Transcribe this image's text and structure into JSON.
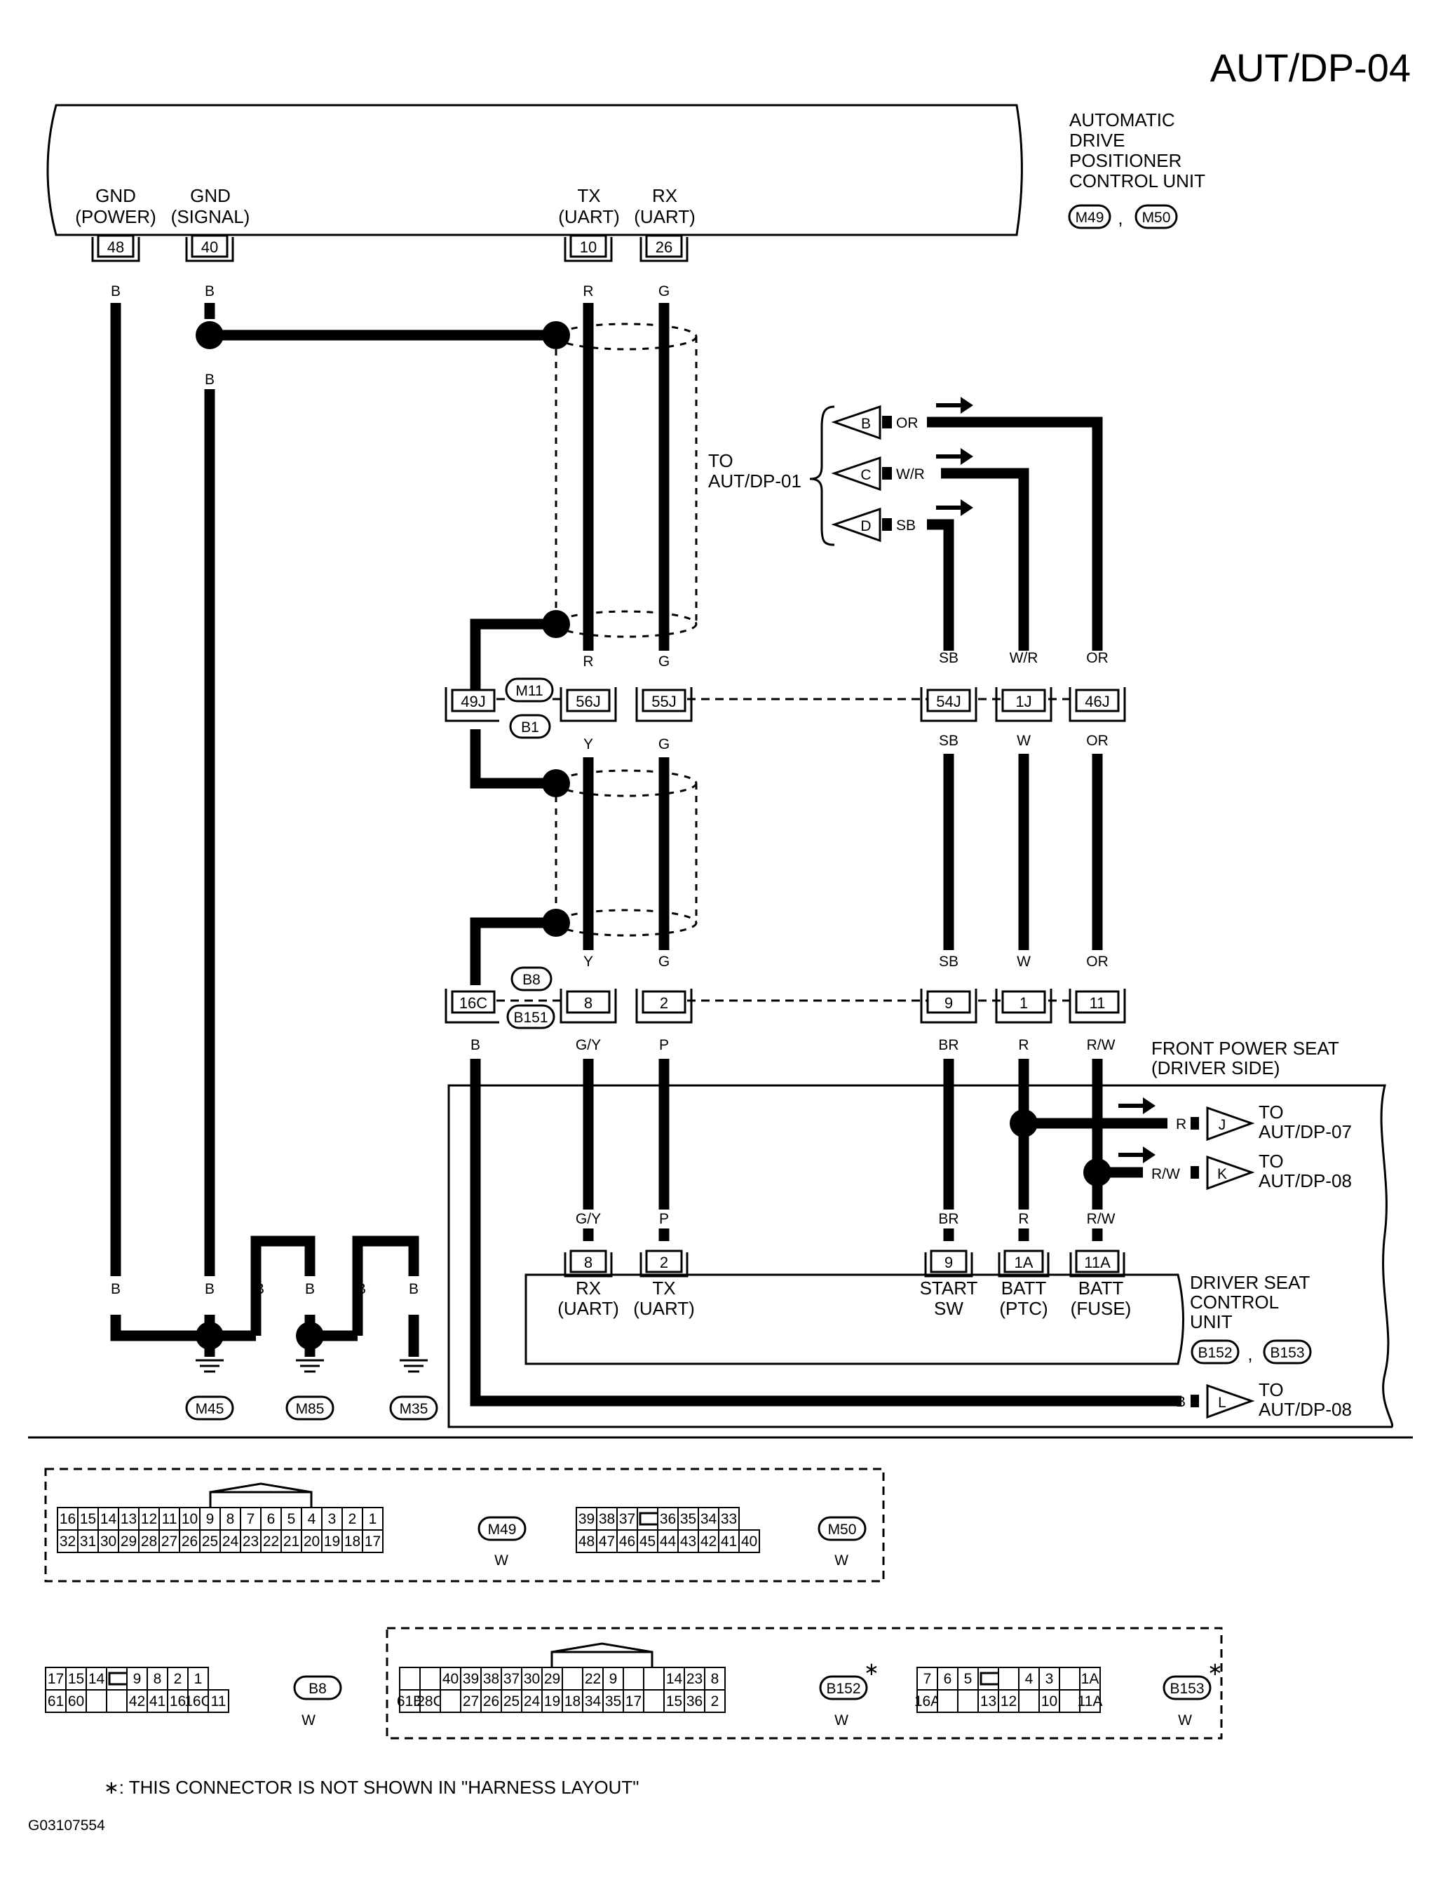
{
  "page_code": "AUT/DP-04",
  "image_code": "G03107554",
  "footnote": "∗: THIS CONNECTOR IS NOT SHOWN IN \"HARNESS LAYOUT\"",
  "control_unit": {
    "name_lines": [
      "AUTOMATIC",
      "DRIVE",
      "POSITIONER",
      "CONTROL UNIT"
    ],
    "connectors": [
      "M49",
      "M50"
    ],
    "separator": ",",
    "terminals": [
      {
        "pin": "48",
        "label_1": "GND",
        "label_2": "(POWER)",
        "wire_color": "B"
      },
      {
        "pin": "40",
        "label_1": "GND",
        "label_2": "(SIGNAL)",
        "wire_color": "B"
      },
      {
        "pin": "10",
        "label_1": "TX",
        "label_2": "(UART)",
        "wire_color": "R"
      },
      {
        "pin": "26",
        "label_1": "RX",
        "label_2": "(UART)",
        "wire_color": "G"
      }
    ]
  },
  "to_reference_1": {
    "line_1": "TO",
    "line_2": "AUT/DP-01"
  },
  "arrow_refs": [
    {
      "letter": "B",
      "wire_color": "OR"
    },
    {
      "letter": "C",
      "wire_color": "W/R"
    },
    {
      "letter": "D",
      "wire_color": "SB"
    }
  ],
  "joint_connector_1": {
    "codes": [
      "M11",
      "B1"
    ],
    "pins": [
      {
        "pin": "49J"
      },
      {
        "pin": "56J",
        "top_color": "R",
        "bottom_color": "Y"
      },
      {
        "pin": "55J",
        "top_color": "G",
        "bottom_color": "G"
      },
      {
        "pin": "54J",
        "top_color": "SB",
        "bottom_color": "SB"
      },
      {
        "pin": "1J",
        "top_color": "W/R",
        "bottom_color": "W"
      },
      {
        "pin": "46J",
        "top_color": "OR",
        "bottom_color": "OR"
      }
    ]
  },
  "joint_connector_2": {
    "codes": [
      "B8",
      "B151"
    ],
    "pins": [
      {
        "pin": "16C",
        "bottom_color": "B"
      },
      {
        "pin": "8",
        "top_color": "Y",
        "bottom_color": "G/Y"
      },
      {
        "pin": "2",
        "top_color": "G",
        "bottom_color": "P"
      },
      {
        "pin": "9",
        "top_color": "SB",
        "bottom_color": "BR"
      },
      {
        "pin": "1",
        "top_color": "W",
        "bottom_color": "R"
      },
      {
        "pin": "11",
        "top_color": "OR",
        "bottom_color": "R/W"
      }
    ]
  },
  "front_power_seat": {
    "line_1": "FRONT POWER SEAT",
    "line_2": "(DRIVER SIDE)"
  },
  "outgoing_refs": [
    {
      "letter": "J",
      "wire_color": "R",
      "line_1": "TO",
      "line_2": "AUT/DP-07"
    },
    {
      "letter": "K",
      "wire_color": "R/W",
      "line_1": "TO",
      "line_2": "AUT/DP-08"
    },
    {
      "letter": "L",
      "wire_color": "B",
      "line_1": "TO",
      "line_2": "AUT/DP-08"
    }
  ],
  "seat_control_unit": {
    "name_lines": [
      "DRIVER SEAT",
      "CONTROL",
      "UNIT"
    ],
    "connectors": [
      "B152",
      "B153"
    ],
    "separator": ",",
    "terminals": [
      {
        "pin": "8",
        "wire_color": "G/Y",
        "label_1": "RX",
        "label_2": "(UART)"
      },
      {
        "pin": "2",
        "wire_color": "P",
        "label_1": "TX",
        "label_2": "(UART)"
      },
      {
        "pin": "9",
        "wire_color": "BR",
        "label_1": "START",
        "label_2": "SW"
      },
      {
        "pin": "1A",
        "wire_color": "R",
        "label_1": "BATT",
        "label_2": "(PTC)"
      },
      {
        "pin": "11A",
        "wire_color": "R/W",
        "label_1": "BATT",
        "label_2": "(FUSE)"
      }
    ]
  },
  "ground_wire_labels": [
    "B",
    "B",
    "B",
    "B",
    "B",
    "B"
  ],
  "grounds": [
    "M45",
    "M85",
    "M35"
  ],
  "connector_views": {
    "M49": {
      "code": "M49",
      "color": "W",
      "row1": [
        "16",
        "15",
        "14",
        "13",
        "12",
        "11",
        "10",
        "9",
        "8",
        "7",
        "6",
        "5",
        "4",
        "3",
        "2",
        "1"
      ],
      "row2": [
        "32",
        "31",
        "30",
        "29",
        "28",
        "27",
        "26",
        "25",
        "24",
        "23",
        "22",
        "21",
        "20",
        "19",
        "18",
        "17"
      ]
    },
    "M50": {
      "code": "M50",
      "color": "W",
      "row1": [
        "39",
        "38",
        "37",
        "",
        "36",
        "35",
        "34",
        "33"
      ],
      "row2": [
        "48",
        "47",
        "46",
        "45",
        "44",
        "43",
        "42",
        "41",
        "40"
      ]
    },
    "B8": {
      "code": "B8",
      "color": "W",
      "row1": [
        "17",
        "15",
        "14",
        "",
        "9",
        "8",
        "2",
        "1"
      ],
      "row2": [
        "61",
        "60",
        "",
        "",
        "42",
        "41",
        "16",
        "16C",
        "11"
      ]
    },
    "B152": {
      "code": "B152",
      "star": "∗",
      "color": "W",
      "row1": [
        "",
        "",
        "40",
        "39",
        "38",
        "37",
        "30",
        "29",
        "",
        "22",
        "9",
        "",
        "",
        "14",
        "23",
        "8"
      ],
      "row2": [
        "61E",
        "28C",
        "",
        "27",
        "26",
        "25",
        "24",
        "19",
        "18",
        "34",
        "35",
        "17",
        "",
        "15",
        "36",
        "2"
      ]
    },
    "B153": {
      "code": "B153",
      "star": "∗",
      "color": "W",
      "row1": [
        "7",
        "6",
        "5",
        "",
        "",
        "4",
        "3",
        "",
        "1A"
      ],
      "row2": [
        "16A",
        "",
        "",
        "13",
        "12",
        "",
        "10",
        "",
        "11A"
      ]
    }
  }
}
